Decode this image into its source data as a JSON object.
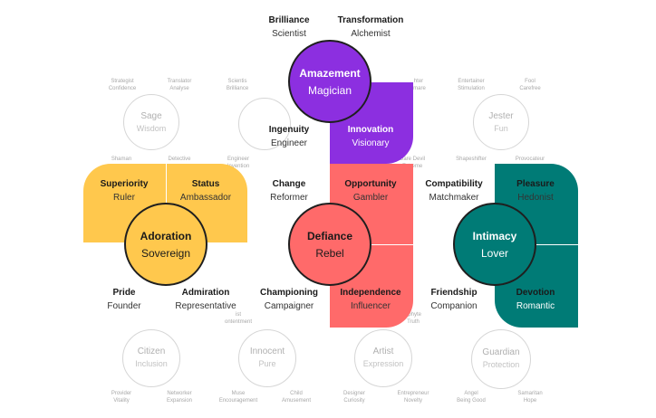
{
  "top": {
    "brilliance": {
      "title": "Brilliance",
      "sub": "Scientist"
    },
    "transformation": {
      "title": "Transformation",
      "sub": "Alchemist"
    }
  },
  "amazement": {
    "title": "Amazement",
    "sub": "Magician",
    "ingenuity": {
      "title": "Ingenuity",
      "sub": "Engineer"
    },
    "innovation": {
      "title": "Innovation",
      "sub": "Visionary"
    }
  },
  "adoration": {
    "title": "Adoration",
    "sub": "Sovereign",
    "superiority": {
      "title": "Superiority",
      "sub": "Ruler"
    },
    "status": {
      "title": "Status",
      "sub": "Ambassador"
    },
    "pride": {
      "title": "Pride",
      "sub": "Founder"
    },
    "admiration": {
      "title": "Admiration",
      "sub": "Representative"
    }
  },
  "defiance": {
    "title": "Defiance",
    "sub": "Rebel",
    "change": {
      "title": "Change",
      "sub": "Reformer"
    },
    "opportunity": {
      "title": "Opportunity",
      "sub": "Gambler"
    },
    "championing": {
      "title": "Championing",
      "sub": "Campaigner"
    },
    "independence": {
      "title": "Independence",
      "sub": "Influencer"
    }
  },
  "intimacy": {
    "title": "Intimacy",
    "sub": "Lover",
    "compatibility": {
      "title": "Compatibility",
      "sub": "Matchmaker"
    },
    "pleasure": {
      "title": "Pleasure",
      "sub": "Hedonist"
    },
    "friendship": {
      "title": "Friendship",
      "sub": "Companion"
    },
    "devotion": {
      "title": "Devotion",
      "sub": "Romantic"
    }
  },
  "ghosts": {
    "sage": {
      "title": "Sage",
      "sub": "Wisdom"
    },
    "jester": {
      "title": "Jester",
      "sub": "Fun"
    },
    "citizen": {
      "title": "Citizen",
      "sub": "Inclusion"
    },
    "innocent": {
      "title": "Innocent",
      "sub": "Pure"
    },
    "artist": {
      "title": "Artist",
      "sub": "Expression"
    },
    "guardian": {
      "title": "Guardian",
      "sub": "Protection"
    }
  },
  "faint": {
    "strategist": {
      "t": "Strategist",
      "s": "Confidence"
    },
    "translator": {
      "t": "Translator",
      "s": "Analyse"
    },
    "scientist2": {
      "t": "Scientis",
      "s": "Brilliance"
    },
    "hater": {
      "t": "hter",
      "s": "rmare"
    },
    "entertainer": {
      "t": "Entertainer",
      "s": "Stimulation"
    },
    "fool": {
      "t": "Fool",
      "s": "Carefree"
    },
    "shaman": {
      "t": "Shaman",
      "s": ""
    },
    "detective": {
      "t": "Detective",
      "s": ""
    },
    "engineer2": {
      "t": "Engineer",
      "s": "Invention"
    },
    "daredevil": {
      "t": "Dare Devil",
      "s": "Extreme"
    },
    "shapeshifter": {
      "t": "Shapeshifter",
      "s": ""
    },
    "provocateur": {
      "t": "Provocateur",
      "s": ""
    },
    "ist": {
      "t": "ist",
      "s": "ontentment"
    },
    "truth": {
      "t": "ophyte",
      "s": "Truth"
    },
    "provider": {
      "t": "Provider",
      "s": "Vitality"
    },
    "networker": {
      "t": "Networker",
      "s": "Expansion"
    },
    "muse": {
      "t": "Muse",
      "s": "Encouragement"
    },
    "child": {
      "t": "Child",
      "s": "Amusement"
    },
    "designer": {
      "t": "Designer",
      "s": "Curiosity"
    },
    "entrepreneur": {
      "t": "Entrepreneur",
      "s": "Novelty"
    },
    "angel": {
      "t": "Angel",
      "s": "Being Good"
    },
    "samaritan": {
      "t": "Samaritan",
      "s": "Hope"
    }
  }
}
